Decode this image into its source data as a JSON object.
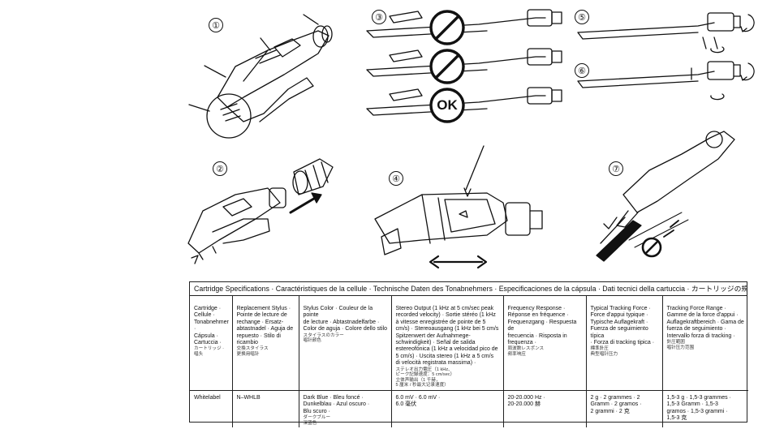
{
  "steps": [
    "①",
    "②",
    "③",
    "④",
    "⑤",
    "⑥",
    "⑦"
  ],
  "badges": {
    "ok": "OK"
  },
  "specs": {
    "title": "Cartridge Specifications · Caractéristiques de la cellule · Technische Daten des Tonabnehmers · Especificaciones de la cápsula · Dati tecnici della cartuccia · カートリッジの規格 · 唱头规格",
    "headers": [
      {
        "lines": [
          "Cartridge ·",
          "Cellule ·",
          "Tonabnehmer ·",
          "Cápsula ·",
          "Cartuccia ·"
        ],
        "jp": [
          "カートリッジ ·",
          "唱头"
        ]
      },
      {
        "lines": [
          "Replacement Stylus ·",
          "Pointe de lecture de",
          "rechange · Ersatz-",
          "abtastnadel · Aguja de",
          "repuesto · Stilo di",
          "ricambio"
        ],
        "jp": [
          "交換スタイラス",
          "更换用唱针"
        ]
      },
      {
        "lines": [
          "Stylus Color · Couleur de la pointe",
          "de lecture · Abtastnadelfarbe ·",
          "Color de aguja · Colore dello stilo"
        ],
        "jp": [
          "スタイラスのカラー",
          "唱针颜色"
        ]
      },
      {
        "lines": [
          "Stereo Output (1 kHz at 5 cm/sec peak",
          "recorded velocity) · Sortie stéréo (1 kHz",
          "à vitesse enregistrée de pointe de 5",
          "cm/s) · Stereoausgang (1 kHz bei 5 cm/s",
          "Spitzenwert der Aufnahmege-",
          "schwindigkeit) · Señal de salida",
          "estereofónica (1 kHz a velocidad pico de",
          "5 cm/s) · Uscita stereo (1 kHz a 5 cm/s",
          "di velocità registrata massima) ·"
        ],
        "jp": [
          "ステレオ出力電圧（1 kHz、",
          "ピーク記録速度：5 cm/sec）",
          "立体声输出（1 千赫，",
          "5 厘米 / 秒最大记录速度）"
        ]
      },
      {
        "lines": [
          "Frequency Response ·",
          "Réponse en fréquence ·",
          "Frequenzgang · Respuesta de",
          "frecuencia · Risposta in",
          "frequenza ·"
        ],
        "jp": [
          "周波数レスポンス",
          "频率响应"
        ]
      },
      {
        "lines": [
          "Typical Tracking Force ·",
          "Force d'appui typique ·",
          "Typische Auflagekraft ·",
          "Fuerza de seguimiento típica",
          "· Forza di tracking tipica ·"
        ],
        "jp": [
          "標準針圧",
          "典型唱针压力"
        ]
      },
      {
        "lines": [
          "Tracking Force Range ·",
          "Gamme de la force d'appui ·",
          "Auflagekraftbereich · Gama de",
          "fuerza de seguimiento ·",
          "Intervallo forza di tracking ·"
        ],
        "jp": [
          "針圧範囲",
          "唱针压力范围"
        ]
      }
    ],
    "row": [
      {
        "lines": [
          "Whitelabel"
        ],
        "jp": []
      },
      {
        "lines": [
          "N–WHLB"
        ],
        "jp": []
      },
      {
        "lines": [
          "Dark Blue · Bleu foncé ·",
          "Dunkelblau · Azul oscuro ·",
          "Blu scuro ·"
        ],
        "jp": [
          "ダークブルー",
          "深蓝色"
        ]
      },
      {
        "lines": [
          "6.0 mV · 6.0 mV ·",
          "6.0 毫伏"
        ],
        "jp": []
      },
      {
        "lines": [
          "20-20.000 Hz ·",
          "20-20.000 赫"
        ],
        "jp": []
      },
      {
        "lines": [
          "2 g · 2 grammes · 2",
          "Gramm · 2 gramos ·",
          "2 grammi · 2 克"
        ],
        "jp": []
      },
      {
        "lines": [
          "1,5-3 g · 1,5-3 grammes ·",
          "1,5-3 Gramm · 1,5-3",
          "gramos · 1,5-3 grammi ·",
          "1,5-3 克"
        ],
        "jp": []
      }
    ]
  }
}
